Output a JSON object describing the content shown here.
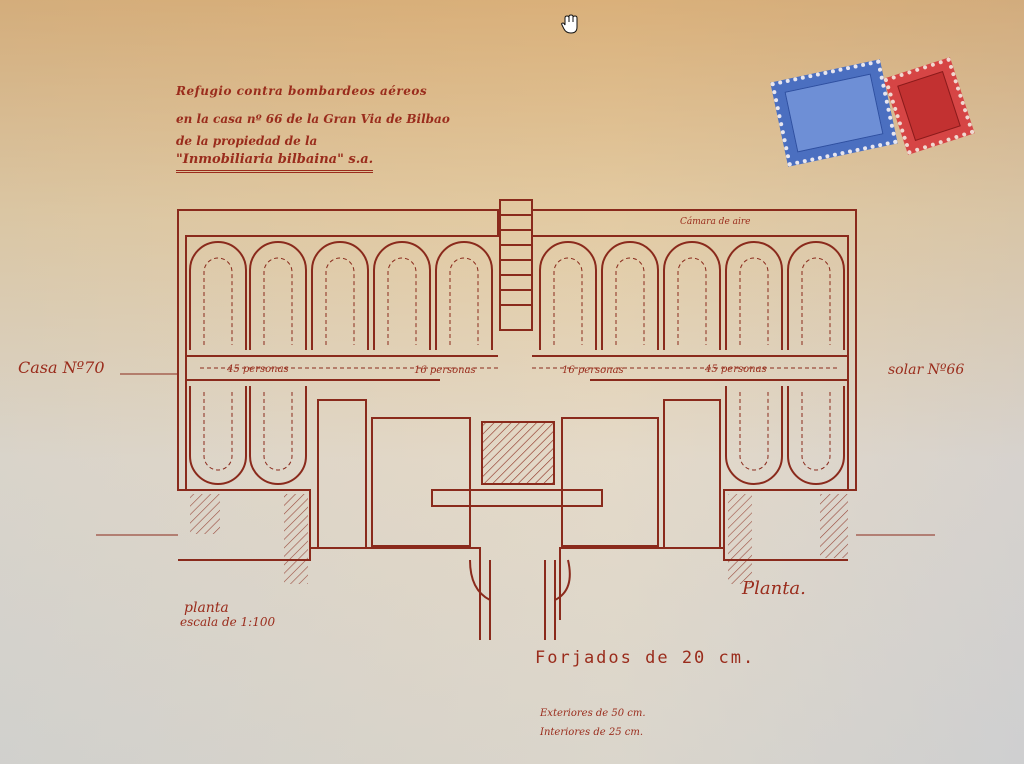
{
  "title": {
    "line_1": "Refugio contra bombardeos aéreos",
    "line_2": "en la casa nº 66 de la Gran Via de Bilbao",
    "line_3": "de la propiedad de la",
    "line_4": "\"Inmobiliaria bilbaina\" s.a."
  },
  "neighbors": {
    "left": "Casa Nº70",
    "right": "solar Nº66"
  },
  "capacities": [
    "45 personas",
    "16 personas",
    "16 personas",
    "45 personas"
  ],
  "room_notes": {
    "air_chamber": "Cámara de aire"
  },
  "plan_labels": {
    "left": "planta",
    "scale": "escala de 1:100",
    "right": "Planta."
  },
  "notes": {
    "slab": "Forjados de 20 cm.",
    "walls_1": "Exteriores de 50 cm.",
    "walls_2": "Interiores de 25 cm."
  },
  "colors": {
    "ink": "#8a2a1c",
    "paper": "#e6d9c4",
    "stamp_blue": "#4b6fc0",
    "stamp_red": "#d64545"
  },
  "icons": {
    "cursor": "hand-grab-icon"
  }
}
